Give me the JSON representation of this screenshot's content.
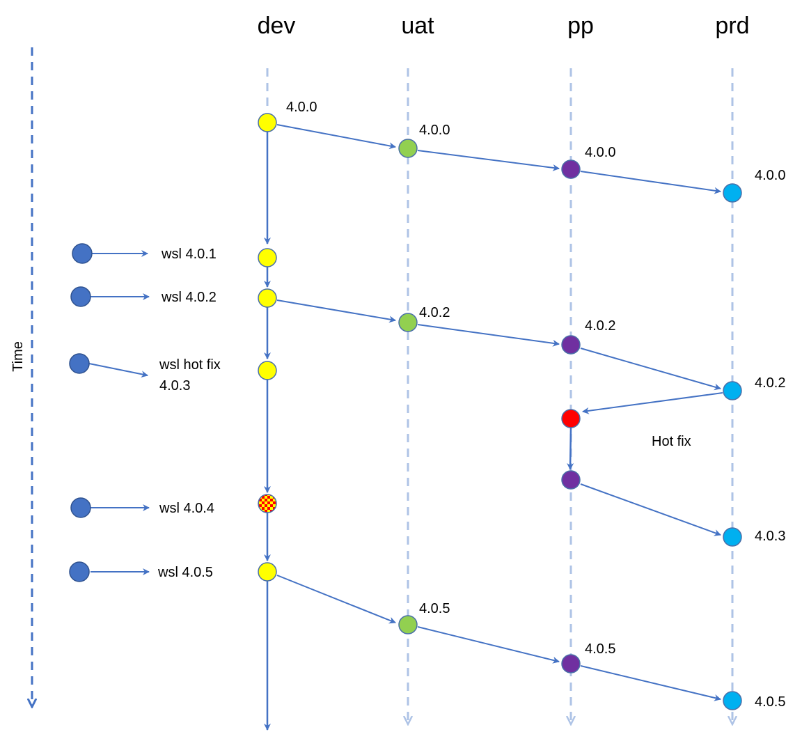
{
  "environments": [
    {
      "id": "dev",
      "label": "dev"
    },
    {
      "id": "uat",
      "label": "uat"
    },
    {
      "id": "pp",
      "label": "pp"
    },
    {
      "id": "prd",
      "label": "prd"
    }
  ],
  "time_axis_label": "Time",
  "version_labels": {
    "dev_4_0_0": "4.0.0",
    "uat_4_0_0": "4.0.0",
    "pp_4_0_0": "4.0.0",
    "prd_4_0_0": "4.0.0",
    "uat_4_0_2": "4.0.2",
    "pp_4_0_2": "4.0.2",
    "prd_4_0_2": "4.0.2",
    "prd_4_0_3": "4.0.3",
    "uat_4_0_5": "4.0.5",
    "pp_4_0_5": "4.0.5",
    "prd_4_0_5": "4.0.5"
  },
  "hot_fix_label": "Hot fix",
  "wsl_items": {
    "wsl_1": "wsl 4.0.1",
    "wsl_2": "wsl 4.0.2",
    "wsl_3_line1": "wsl hot fix",
    "wsl_3_line2": "4.0.3",
    "wsl_4": "wsl 4.0.4",
    "wsl_5": "wsl 4.0.5"
  },
  "colors": {
    "arrow": "#4472c4",
    "dev_line": "#4472c4",
    "lane_line": "#aec3e6",
    "dev_node": "#ffff00",
    "uat_node": "#92d050",
    "pp_node": "#7030a0",
    "prd_node": "#00b0f0",
    "hotfix_node": "#ff0000",
    "wsl_node": "#4472c4",
    "checker_red": "#ff0000",
    "checker_yellow": "#ffff00"
  }
}
